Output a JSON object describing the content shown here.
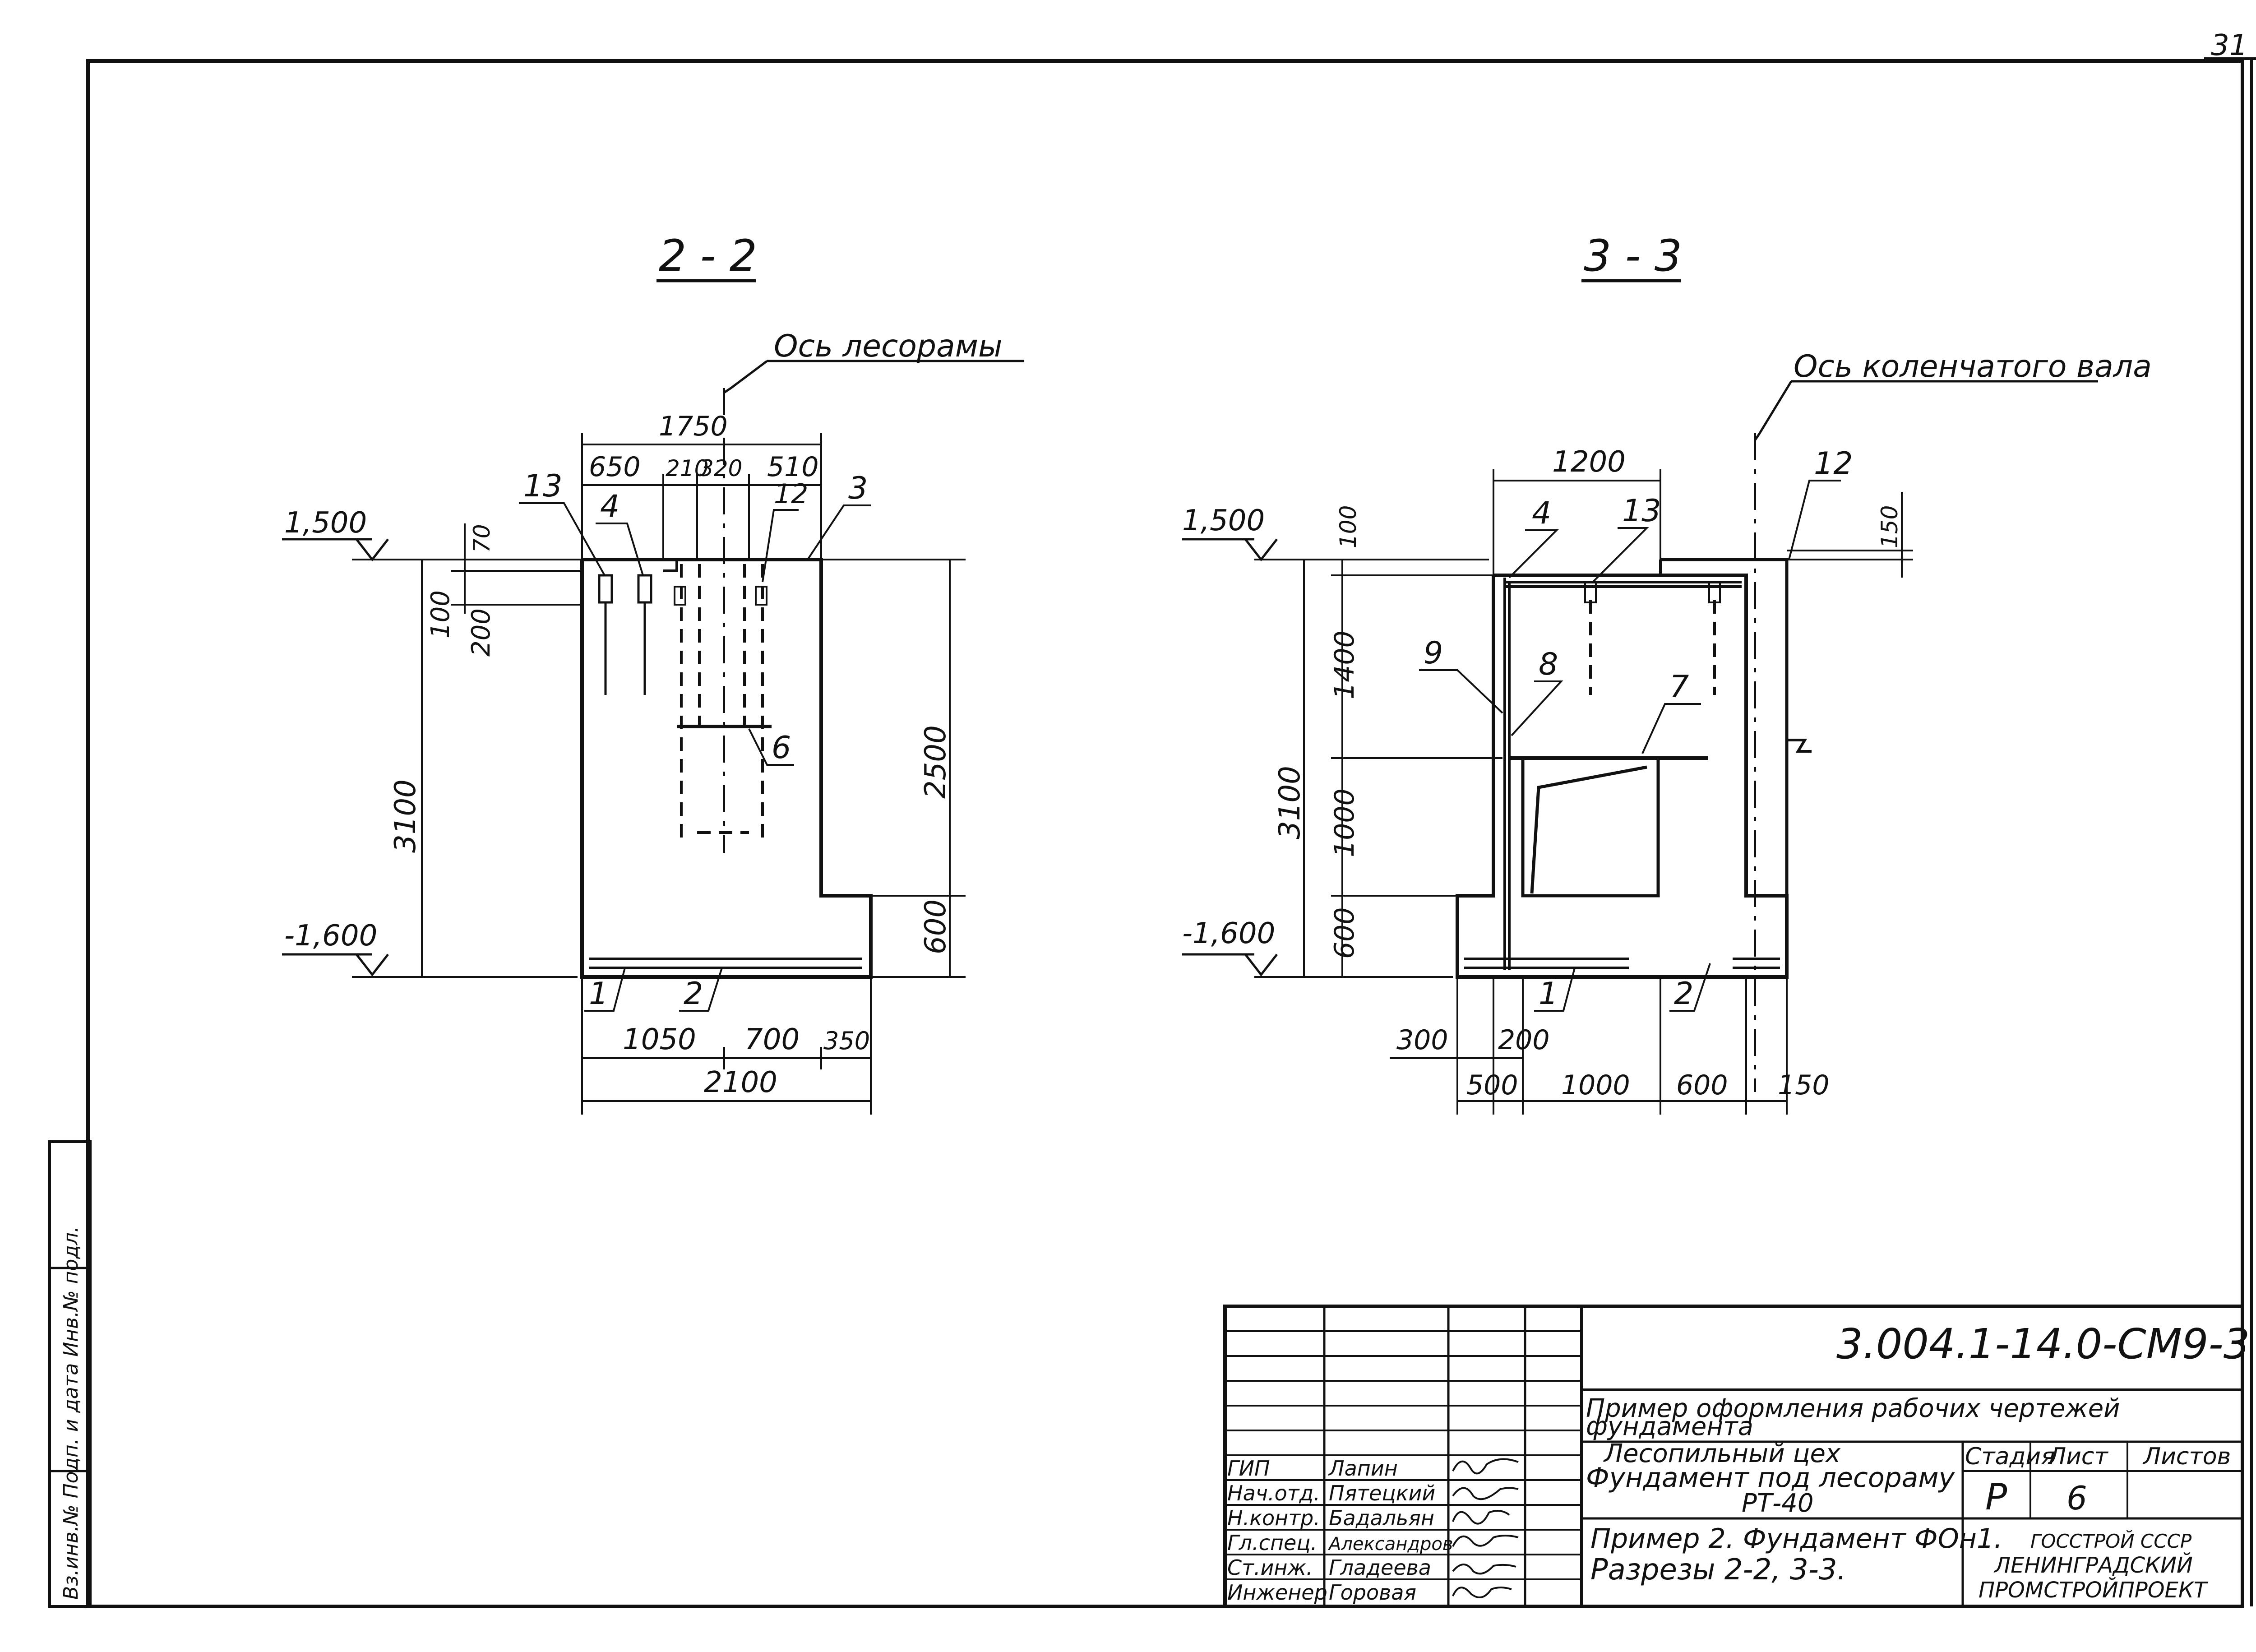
{
  "sheet_number": "31",
  "section_2_2": {
    "title": "2 - 2",
    "axis_label": "Ось лесорамы",
    "levels": {
      "top": "1,500",
      "bottom": "-1,600"
    },
    "dims_top": {
      "overall": "1750",
      "d1": "650",
      "d2": "210",
      "d3": "320",
      "d4": "510"
    },
    "dims_left": {
      "a": "70",
      "b": "100",
      "c": "200",
      "total": "3100"
    },
    "dims_right": {
      "upper": "2500",
      "lower": "600"
    },
    "dims_bottom": {
      "d1": "1050",
      "d2": "700",
      "d3": "350",
      "total": "2100"
    },
    "callouts": {
      "c13": "13",
      "c4": "4",
      "c12": "12",
      "c3": "3",
      "c6": "6",
      "c1": "1",
      "c2": "2"
    }
  },
  "section_3_3": {
    "title": "3 - 3",
    "axis_label": "Ось коленчатого вала",
    "levels": {
      "top": "1,500",
      "bottom": "-1,600"
    },
    "dims_top": {
      "overall": "1200",
      "right": "150"
    },
    "dims_left": {
      "a": "100",
      "b": "1400",
      "c": "1000",
      "d": "600",
      "total": "3100"
    },
    "dims_bottom": {
      "small_a": "300",
      "small_b": "200",
      "d1": "500",
      "d2": "1000",
      "d3": "600",
      "d4": "150"
    },
    "callouts": {
      "c4": "4",
      "c13": "13",
      "c12": "12",
      "c9": "9",
      "c8": "8",
      "c7": "7",
      "c1": "1",
      "c2": "2"
    }
  },
  "title_block": {
    "doc_code": "3.004.1-14.0-СМ9-3",
    "desc_line1": "Пример оформления рабочих чертежей",
    "desc_line2": "фундамента",
    "object_line1": "Лесопильный цех",
    "object_line2": "Фундамент под лесораму",
    "object_line3": "РТ-40",
    "sheet_line1": "Пример 2. Фундамент ФОн1.",
    "sheet_line2": "Разрезы 2-2, 3-3.",
    "stage_header": "Стадия",
    "sheet_header": "Лист",
    "sheets_header": "Листов",
    "stage_value": "Р",
    "sheet_value": "6",
    "org_line1": "ГОССТРОЙ СССР",
    "org_line2": "ЛЕНИНГРАДСКИЙ",
    "org_line3": "ПРОМСТРОЙПРОЕКТ",
    "roles": [
      "ГИП",
      "Нач.отд.",
      "Н.контр.",
      "Гл.спец.",
      "Ст.инж.",
      "Инженер"
    ],
    "names": [
      "Лапин",
      "Пятецкий",
      "Бадальян",
      "Александров",
      "Гладеева",
      "Горовая"
    ]
  },
  "margin_stamp": "Вз.инв.№   Подп. и дата   Инв.№ подл."
}
